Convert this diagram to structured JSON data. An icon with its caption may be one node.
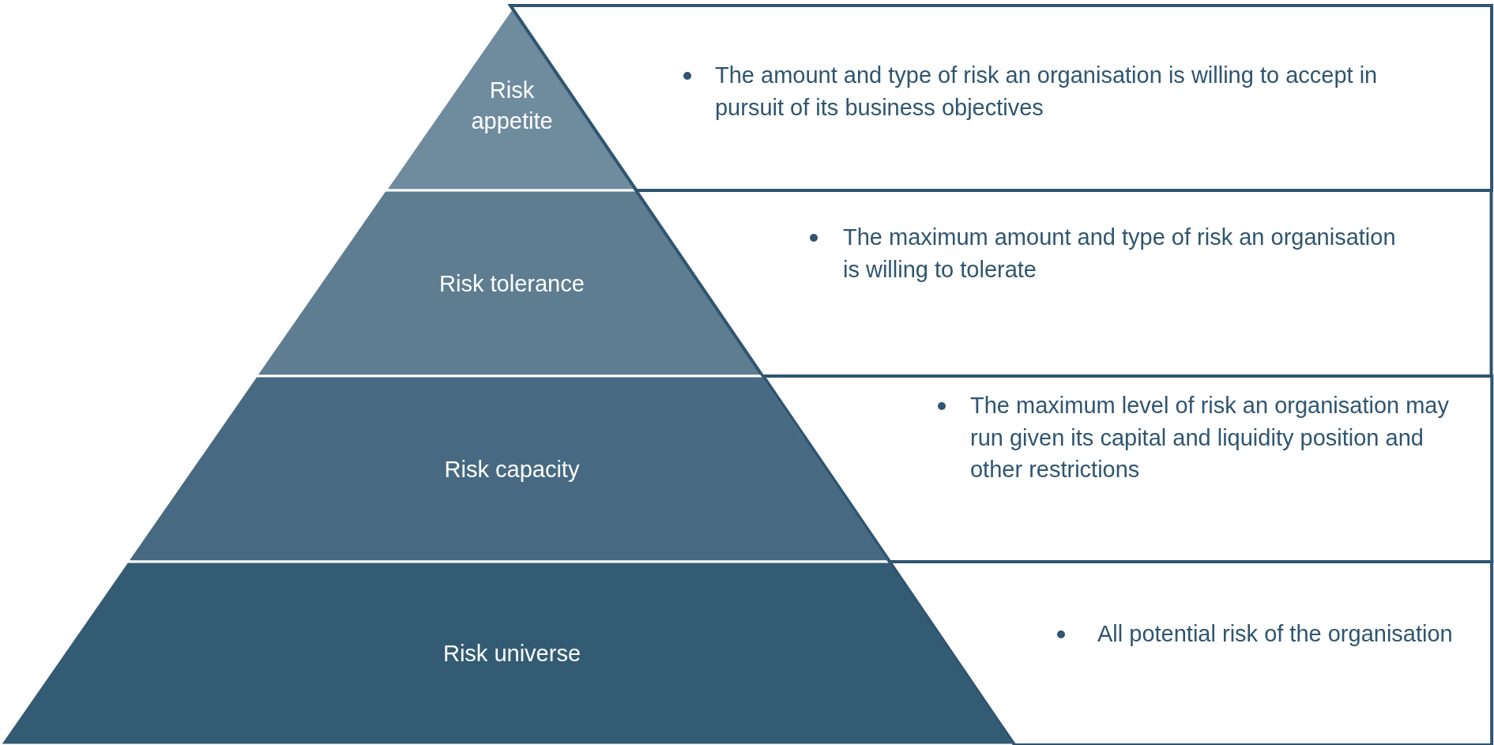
{
  "diagram": {
    "nodes": [
      {
        "text": [
          "Risk appetite"
        ]
      },
      {
        "text": [
          "The amount and type of risk an organisation is willing to accept in pursuit of its business objectives"
        ]
      },
      {
        "text": [
          "Risk tolerance"
        ]
      },
      {
        "text": [
          "The maximum amount and type of risk an organisation is willing to tolerate"
        ]
      },
      {
        "text": [
          "Risk capacity"
        ]
      },
      {
        "text": [
          "The maximum level of risk an organisation may run given its capital and liquidity position and other restrictions"
        ]
      },
      {
        "text": [
          "Risk universe"
        ]
      },
      {
        "text": [
          "All potential risk of the organisation"
        ]
      }
    ]
  }
}
